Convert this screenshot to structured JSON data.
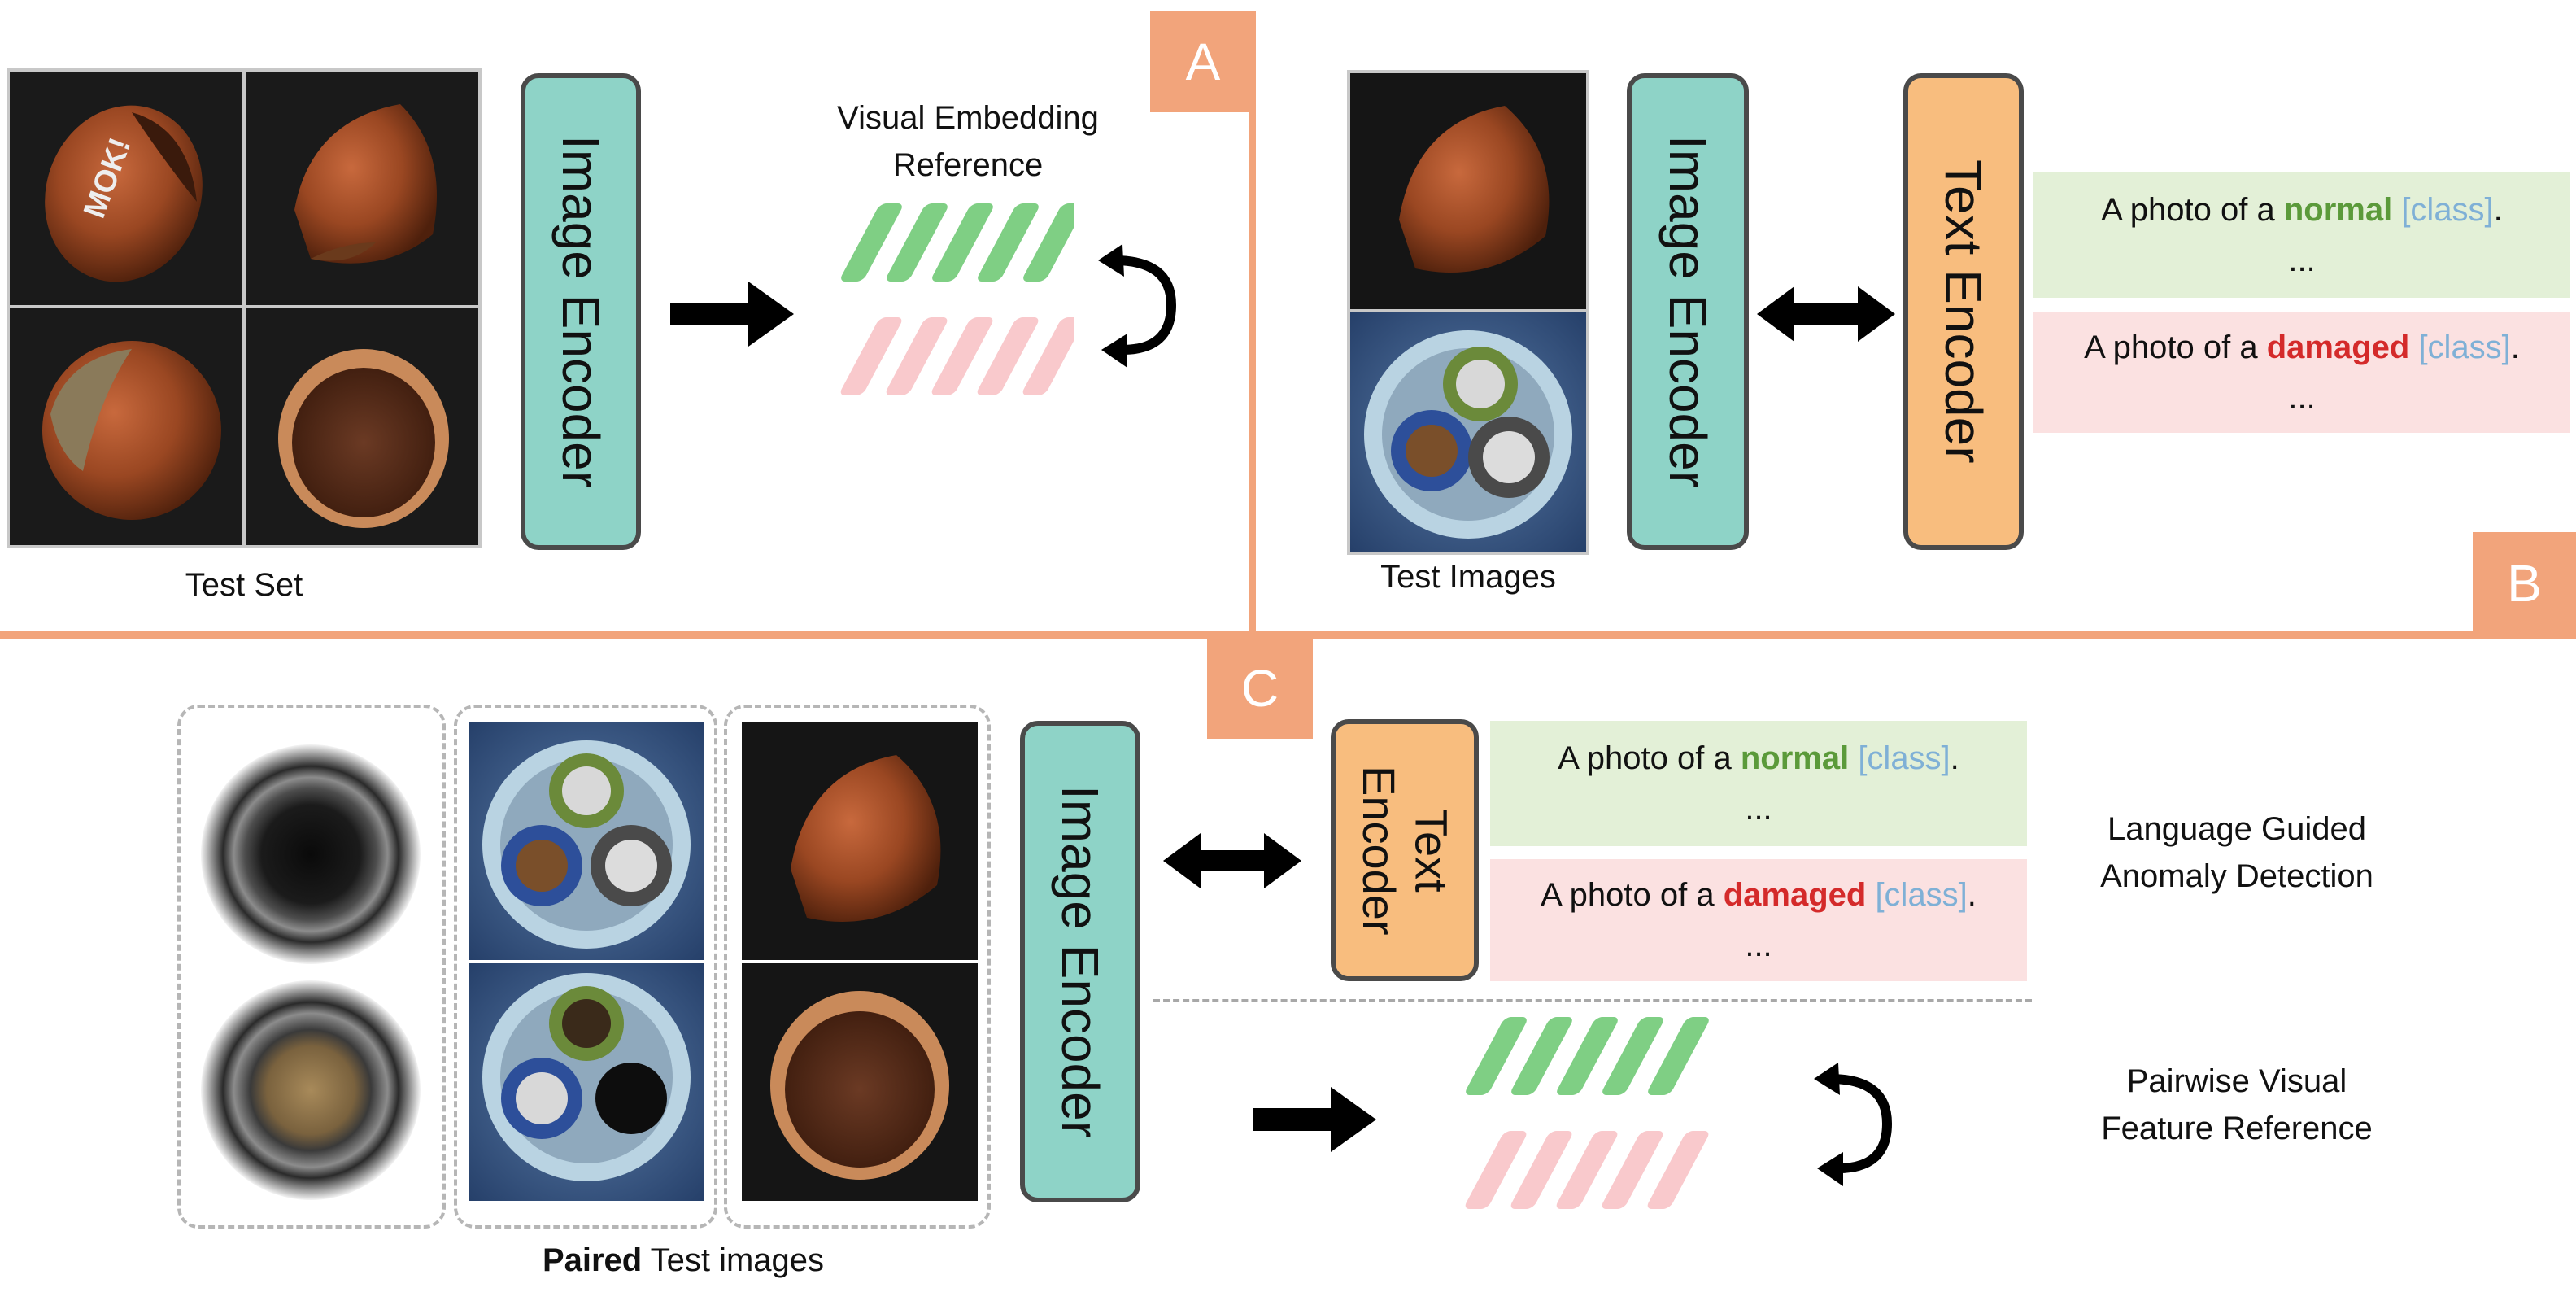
{
  "panels": {
    "a": {
      "letter": "A",
      "test_set_caption": "Test Set",
      "image_encoder_label": "Image Encoder",
      "reference_caption_line1": "Visual Embedding",
      "reference_caption_line2": "Reference"
    },
    "b": {
      "letter": "B",
      "test_images_caption": "Test Images",
      "image_encoder_label": "Image Encoder",
      "text_encoder_label": "Text Encoder",
      "normal_prompt": {
        "prefix": "A photo of a ",
        "keyword": "normal",
        "cls": "[class]",
        "suffix": ".",
        "ellipsis": "..."
      },
      "damaged_prompt": {
        "prefix": "A photo of a ",
        "keyword": "damaged",
        "cls": "[class]",
        "suffix": ".",
        "ellipsis": "..."
      }
    },
    "c": {
      "letter": "C",
      "paired_caption_bold": "Paired",
      "paired_caption_rest": " Test images",
      "image_encoder_label": "Image Encoder",
      "text_encoder_line1": "Text",
      "text_encoder_line2": "Encoder",
      "normal_prompt": {
        "prefix": "A photo of a ",
        "keyword": "normal",
        "cls": "[class]",
        "suffix": ".",
        "ellipsis": "..."
      },
      "damaged_prompt": {
        "prefix": "A photo of a ",
        "keyword": "damaged",
        "cls": "[class]",
        "suffix": ".",
        "ellipsis": "..."
      },
      "language_label_line1": "Language Guided",
      "language_label_line2": "Anomaly Detection",
      "pairwise_label_line1": "Pairwise Visual",
      "pairwise_label_line2": "Feature Reference"
    }
  },
  "colors": {
    "image_encoder": "#8ed3c7",
    "text_encoder": "#f8bd7e",
    "divider": "#f2a47b",
    "embedding_green": "#7fcf84",
    "embedding_pink": "#f9c9cc",
    "normal_keyword": "#5b9a3a",
    "damaged_keyword": "#d42a2a",
    "class_token": "#7fb0d6"
  }
}
